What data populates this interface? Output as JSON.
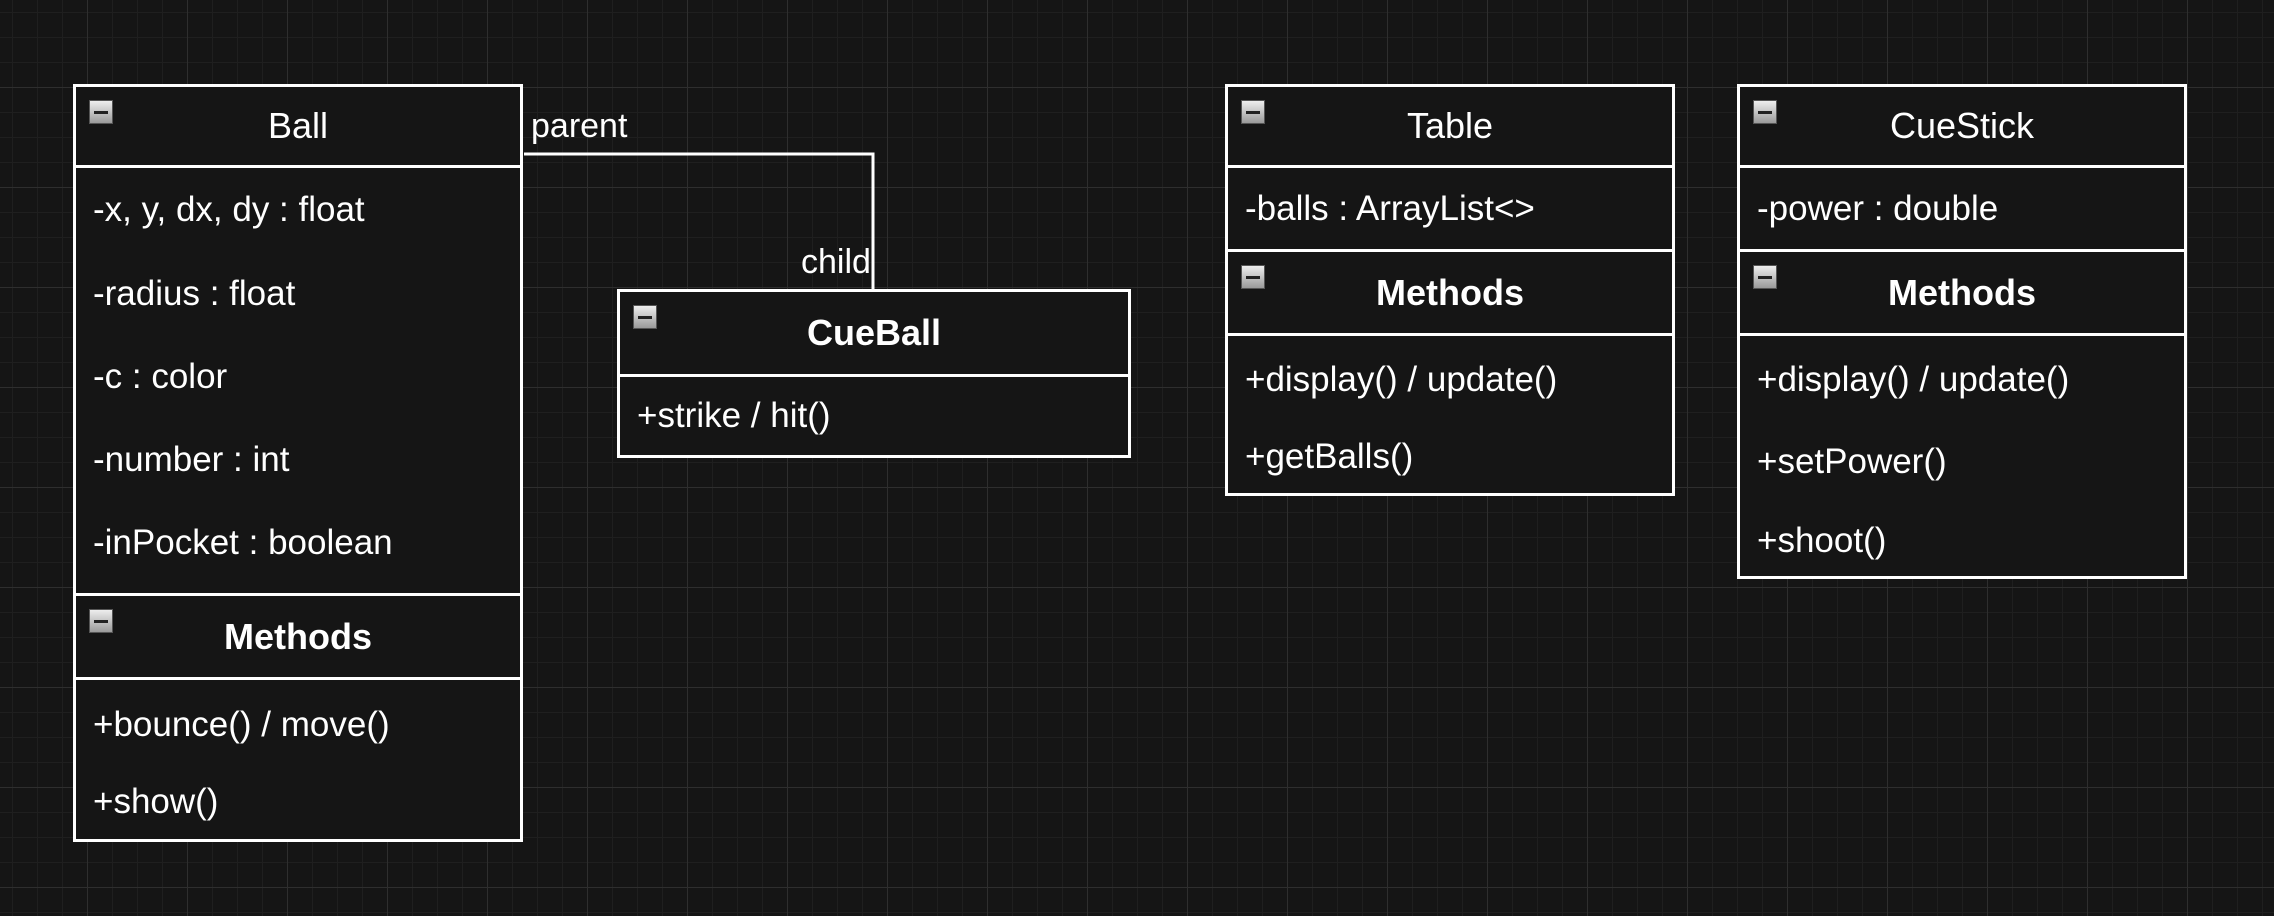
{
  "classes": {
    "ball": {
      "name": "Ball",
      "attributes": [
        "-x, y, dx, dy : float",
        "-radius : float",
        "-c : color",
        "-number : int",
        "-inPocket : boolean"
      ],
      "methods_header": "Methods",
      "methods": [
        "+bounce() / move()",
        "+show()"
      ]
    },
    "cueball": {
      "name": "CueBall",
      "methods": [
        "+strike / hit()"
      ]
    },
    "table": {
      "name": "Table",
      "attributes": [
        "-balls : ArrayList<>"
      ],
      "methods_header": "Methods",
      "methods": [
        "+display() / update()",
        "+getBalls()"
      ]
    },
    "cuestick": {
      "name": "CueStick",
      "attributes": [
        "-power : double"
      ],
      "methods_header": "Methods",
      "methods": [
        "+display() / update()",
        "+setPower()",
        "+shoot()"
      ]
    }
  },
  "relationship": {
    "source_label": "parent",
    "target_label": "child"
  },
  "colors": {
    "background": "#151515",
    "grid": "#2e2e2e",
    "stroke": "#ffffff",
    "text": "#ffffff"
  },
  "icons": {
    "collapse": "collapse-toggle-icon"
  }
}
